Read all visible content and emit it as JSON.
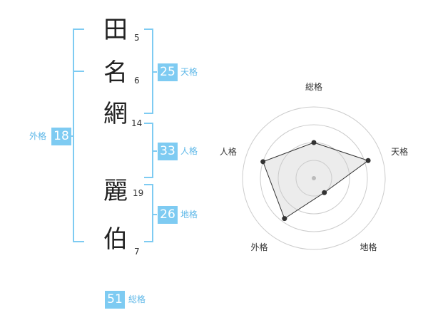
{
  "colors": {
    "accent": "#7ecbf2",
    "accent_text": "#5fb8e8",
    "line": "#333333"
  },
  "name": {
    "characters": [
      {
        "char": "田",
        "strokes": "5"
      },
      {
        "char": "名",
        "strokes": "6"
      },
      {
        "char": "網",
        "strokes": "14"
      },
      {
        "char": "麗",
        "strokes": "19"
      },
      {
        "char": "伯",
        "strokes": "7"
      }
    ]
  },
  "kaku": {
    "tenkaku": {
      "value": "25",
      "label": "天格"
    },
    "jinkaku": {
      "value": "33",
      "label": "人格"
    },
    "chikaku": {
      "value": "26",
      "label": "地格"
    },
    "gaikaku": {
      "value": "18",
      "label": "外格"
    },
    "soukaku": {
      "value": "51",
      "label": "総格"
    }
  },
  "chart_data": {
    "type": "radar",
    "axes": [
      "総格",
      "天格",
      "地格",
      "外格",
      "人格"
    ],
    "values": [
      0.5,
      0.8,
      0.25,
      0.7,
      0.75
    ],
    "max": 1,
    "rings": 4
  }
}
